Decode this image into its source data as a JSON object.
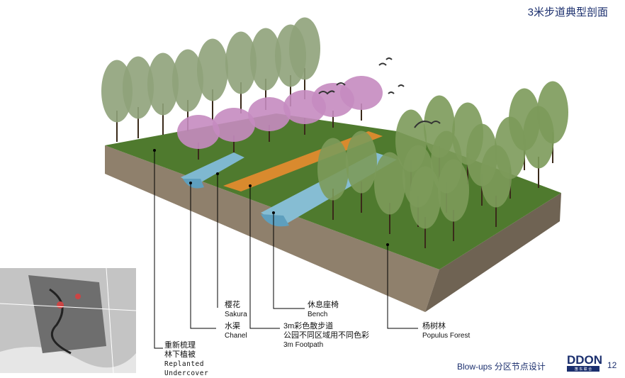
{
  "title": "3米步道典型剖面",
  "labels": {
    "sakura": {
      "cn": "樱花",
      "en": "Sakura"
    },
    "bench": {
      "cn": "休息座椅",
      "en": "Bench"
    },
    "chanel": {
      "cn": "水渠",
      "en": "Chanel"
    },
    "footpath": {
      "cn": "3m彩色散步道",
      "cn2": "公园不同区域用不同色彩",
      "en": "3m Footpath"
    },
    "populus": {
      "cn": "杨树林",
      "en": "Populus Forest"
    },
    "undercover": {
      "cn": "重新梳理",
      "cn2": "林下植被",
      "en": "Replanted",
      "en2": "Undercover"
    }
  },
  "footer": {
    "text": "Blow-ups  分区节点设计",
    "logo": "DDON",
    "logo_sub": "笛 东 联 合",
    "page": "12"
  },
  "colors": {
    "accent": "#1b2f6e",
    "grass": "#4f7a2e",
    "soil": "#8a7a66",
    "water": "#7fb8d0",
    "path": "#d98a2e",
    "sakura": "#c58bc0"
  }
}
